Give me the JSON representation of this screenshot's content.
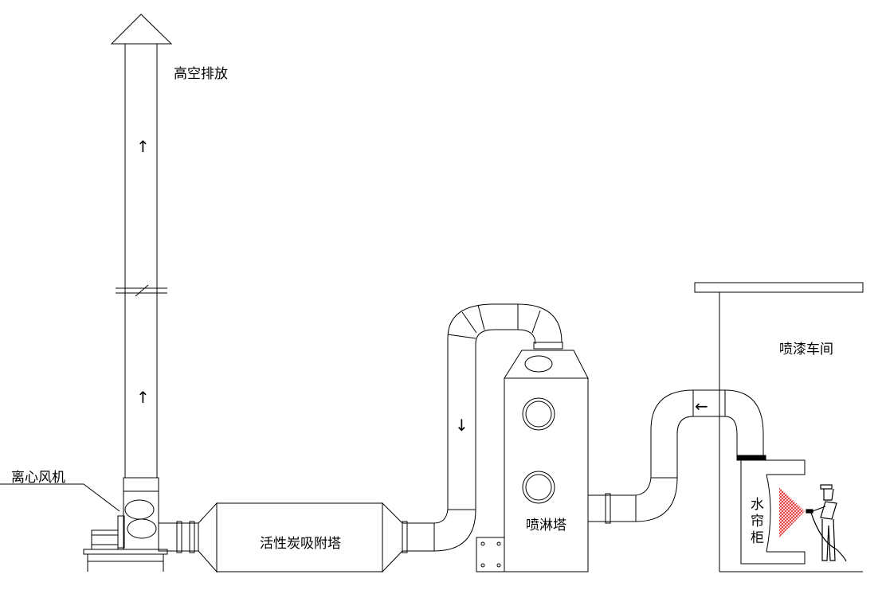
{
  "labels": {
    "exhaust": "高空排放",
    "fan": "离心风机",
    "carbon_tower": "活性炭吸附塔",
    "spray_tower": "喷淋塔",
    "workshop": "喷漆车间",
    "water_curtain": "水帘柜"
  },
  "arrows": {
    "up": "↑",
    "down": "↓",
    "left": "←"
  },
  "colors": {
    "line": "#000000",
    "spray": "#e03030"
  }
}
